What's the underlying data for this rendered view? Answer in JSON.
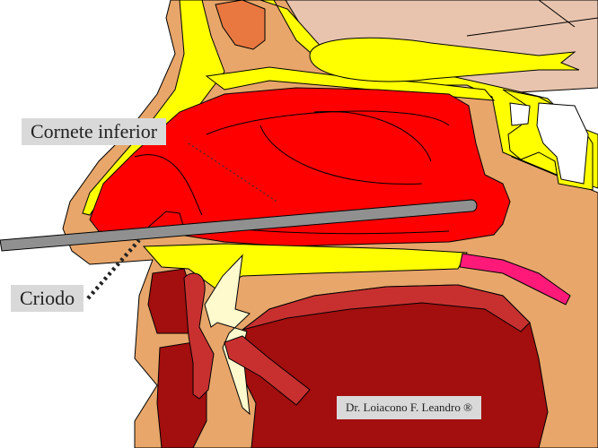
{
  "labels": {
    "turbinate": "Cornete inferior",
    "probe": "Criodo",
    "author": "Dr. Loiacono F. Leandro ®"
  },
  "colors": {
    "skin": "#e8a66a",
    "bone_yellow": "#ffff00",
    "turbinate_red": "#ff0000",
    "dark_red": "#b01515",
    "skull_pink": "#e8c4ae",
    "sinus_orange": "#e87840",
    "probe_gray": "#909090",
    "soft_palate_pink": "#ff1a7a",
    "tongue_red": "#a30e0e",
    "epiglottis": "#fffacd",
    "label_bg": "#d9d9d9"
  }
}
